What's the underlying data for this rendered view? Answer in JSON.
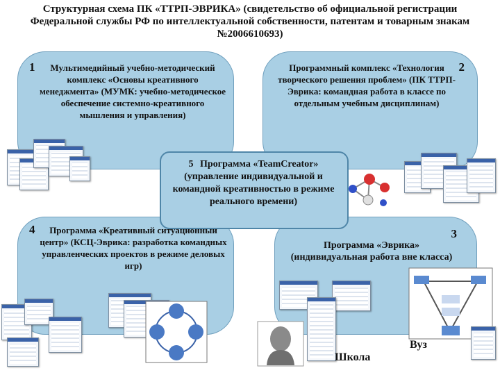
{
  "title": "Структурная схема ПК «ТТРП-ЭВРИКА» (свидетельство об официальной регистрации Федеральной службы РФ по интеллектуальной собственности, патентам и товарным знакам №2006610693)",
  "blocks": [
    {
      "num": "1",
      "text": "Мультимедийный учебно-методический комплекс «Основы креативного менеджмента» (МУМК: учебно-методическое обеспечение системно-креативного мышления и управления)"
    },
    {
      "num": "2",
      "text": "Программный комплекс «Технология творческого решения проблем» (ПК ТТРП-Эврика: командная работа в классе по отдельным учебным дисциплинам)"
    },
    {
      "num": "3",
      "text": "Программа «Эврика» (индивидуальная работа вне класса)"
    },
    {
      "num": "4",
      "text": "Программа «Креативный ситуационный центр» (КСЦ-Эврика: разработка командных управленческих проектов в режиме деловых игр)"
    },
    {
      "num": "5",
      "text": "Программа «TeamCreator» (управление индивидуальной и командной креативностью в режиме реального времени)"
    }
  ],
  "labels": {
    "school": "Школа",
    "university": "Вуз"
  },
  "colors": {
    "box_fill": "#a9cfe4",
    "box_border": "#6f9fbd",
    "center_border": "#4f86a8"
  }
}
